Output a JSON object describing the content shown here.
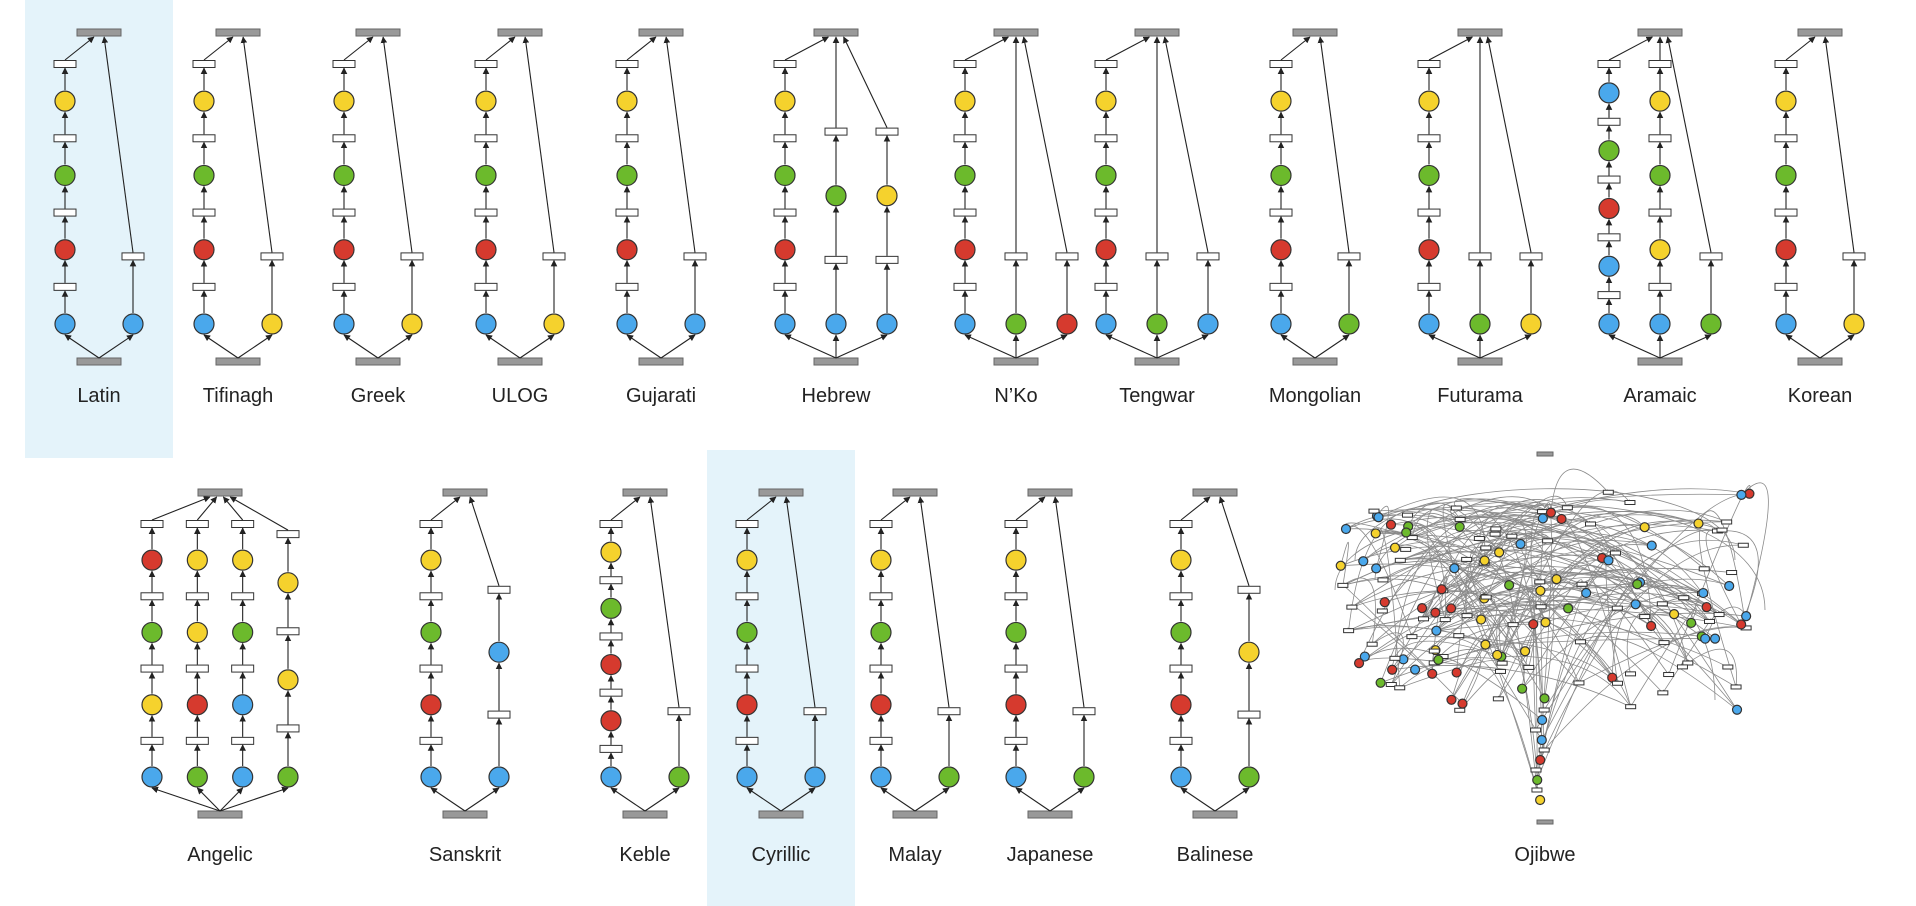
{
  "colors": {
    "red": "#d63a2e",
    "green": "#6cba2c",
    "blue": "#4aa8ec",
    "yellow": "#f5d22d",
    "highlight": "#e4f3fa",
    "bar": "#999999"
  },
  "scripts": [
    {
      "id": "latin",
      "name": "Latin",
      "highlighted": true,
      "chains": [
        [
          "blue",
          "red",
          "green",
          "yellow"
        ],
        [
          "blue"
        ]
      ]
    },
    {
      "id": "tifinagh",
      "name": "Tifinagh",
      "highlighted": false,
      "chains": [
        [
          "blue",
          "red",
          "green",
          "yellow"
        ],
        [
          "yellow"
        ]
      ]
    },
    {
      "id": "greek",
      "name": "Greek",
      "highlighted": false,
      "chains": [
        [
          "blue",
          "red",
          "green",
          "yellow"
        ],
        [
          "yellow"
        ]
      ]
    },
    {
      "id": "ulog",
      "name": "ULOG",
      "highlighted": false,
      "chains": [
        [
          "blue",
          "red",
          "green",
          "yellow"
        ],
        [
          "yellow"
        ]
      ]
    },
    {
      "id": "gujarati",
      "name": "Gujarati",
      "highlighted": false,
      "chains": [
        [
          "blue",
          "red",
          "green",
          "yellow"
        ],
        [
          "blue"
        ]
      ]
    },
    {
      "id": "hebrew",
      "name": "Hebrew",
      "highlighted": false,
      "chains": [
        [
          "blue",
          "red",
          "green",
          "yellow"
        ],
        [
          "blue",
          "green"
        ],
        [
          "blue",
          "yellow"
        ]
      ]
    },
    {
      "id": "nko",
      "name": "N’Ko",
      "highlighted": false,
      "chains": [
        [
          "blue",
          "red",
          "green",
          "yellow"
        ],
        [
          "green"
        ],
        [
          "red"
        ]
      ]
    },
    {
      "id": "tengwar",
      "name": "Tengwar",
      "highlighted": false,
      "chains": [
        [
          "blue",
          "red",
          "green",
          "yellow"
        ],
        [
          "green"
        ],
        [
          "blue"
        ]
      ]
    },
    {
      "id": "mongolian",
      "name": "Mongolian",
      "highlighted": false,
      "chains": [
        [
          "blue",
          "red",
          "green",
          "yellow"
        ],
        [
          "green"
        ]
      ]
    },
    {
      "id": "futurama",
      "name": "Futurama",
      "highlighted": false,
      "chains": [
        [
          "blue",
          "red",
          "green",
          "yellow"
        ],
        [
          "green"
        ],
        [
          "yellow"
        ]
      ]
    },
    {
      "id": "aramaic",
      "name": "Aramaic",
      "highlighted": false,
      "chains": [
        [
          "blue",
          "blue",
          "red",
          "green",
          "blue"
        ],
        [
          "blue",
          "yellow",
          "green",
          "yellow"
        ],
        [
          "green"
        ]
      ]
    },
    {
      "id": "korean",
      "name": "Korean",
      "highlighted": false,
      "chains": [
        [
          "blue",
          "red",
          "green",
          "yellow"
        ],
        [
          "yellow"
        ]
      ]
    },
    {
      "id": "angelic",
      "name": "Angelic",
      "highlighted": false,
      "chains": [
        [
          "blue",
          "yellow",
          "green",
          "red"
        ],
        [
          "green",
          "red",
          "yellow",
          "yellow"
        ],
        [
          "blue",
          "blue",
          "green",
          "yellow"
        ],
        [
          "green",
          "yellow",
          "yellow"
        ]
      ]
    },
    {
      "id": "sanskrit",
      "name": "Sanskrit",
      "highlighted": false,
      "chains": [
        [
          "blue",
          "red",
          "green",
          "yellow"
        ],
        [
          "blue",
          "blue"
        ]
      ]
    },
    {
      "id": "keble",
      "name": "Keble",
      "highlighted": false,
      "chains": [
        [
          "blue",
          "red",
          "red",
          "green",
          "yellow"
        ],
        [
          "green"
        ]
      ]
    },
    {
      "id": "cyrillic",
      "name": "Cyrillic",
      "highlighted": true,
      "chains": [
        [
          "blue",
          "red",
          "green",
          "yellow"
        ],
        [
          "blue"
        ]
      ]
    },
    {
      "id": "malay",
      "name": "Malay",
      "highlighted": false,
      "chains": [
        [
          "blue",
          "red",
          "green",
          "yellow"
        ],
        [
          "green"
        ]
      ]
    },
    {
      "id": "japanese",
      "name": "Japanese",
      "highlighted": false,
      "chains": [
        [
          "blue",
          "red",
          "green",
          "yellow"
        ],
        [
          "green"
        ]
      ]
    },
    {
      "id": "balinese",
      "name": "Balinese",
      "highlighted": false,
      "chains": [
        [
          "blue",
          "red",
          "green",
          "yellow"
        ],
        [
          "green",
          "yellow"
        ]
      ]
    },
    {
      "id": "ojibwe",
      "name": "Ojibwe",
      "highlighted": false,
      "dense": true,
      "chains": []
    }
  ]
}
